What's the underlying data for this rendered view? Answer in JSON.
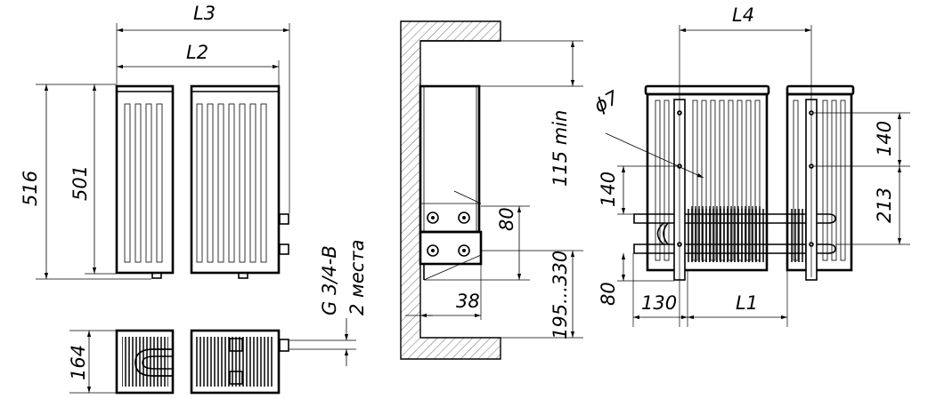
{
  "labels": {
    "l3": "L3",
    "l2": "L2",
    "d516": "516",
    "d501": "501",
    "d164": "164",
    "thread": "G 3/4-B",
    "places": "2 места",
    "clear115": "115 min",
    "d80_side": "80",
    "d38": "38",
    "range": "195...330",
    "l4": "L4",
    "phi7": "ϕ7",
    "d140_left": "140",
    "d80_left": "80",
    "d130": "130",
    "l1": "L1",
    "d140_right": "140",
    "d213": "213"
  }
}
